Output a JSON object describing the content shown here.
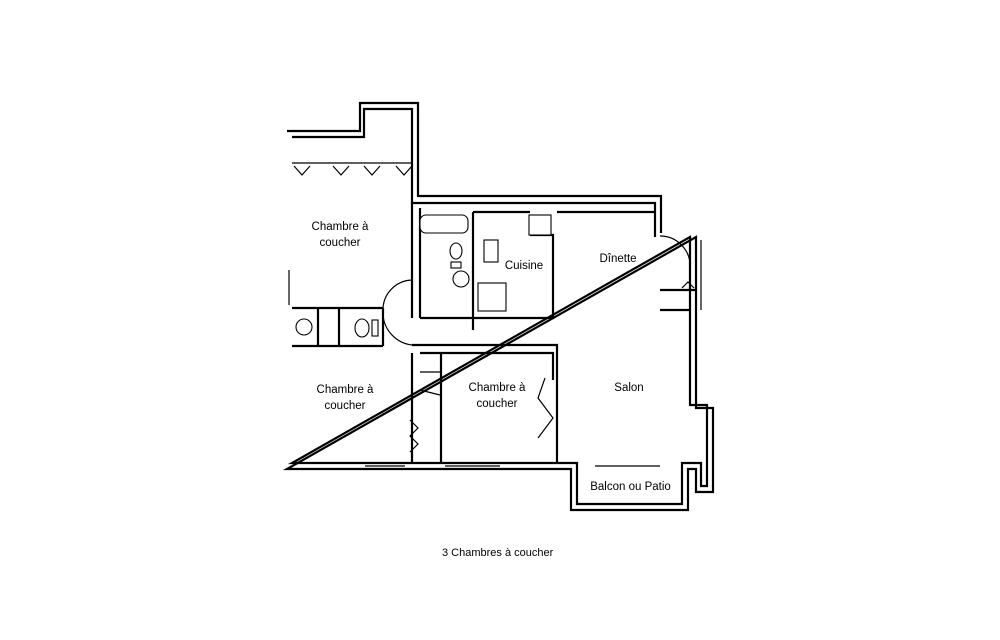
{
  "rooms": {
    "bedroom_top": "Chambre à\ncoucher",
    "bedroom_mid": "Chambre à\ncoucher",
    "bedroom_center": "Chambre à\ncoucher",
    "kitchen": "Cuisine",
    "dining": "Dînette",
    "living": "Salon",
    "balcony": "Balcon ou Patio"
  },
  "caption": "3 Chambres à coucher"
}
